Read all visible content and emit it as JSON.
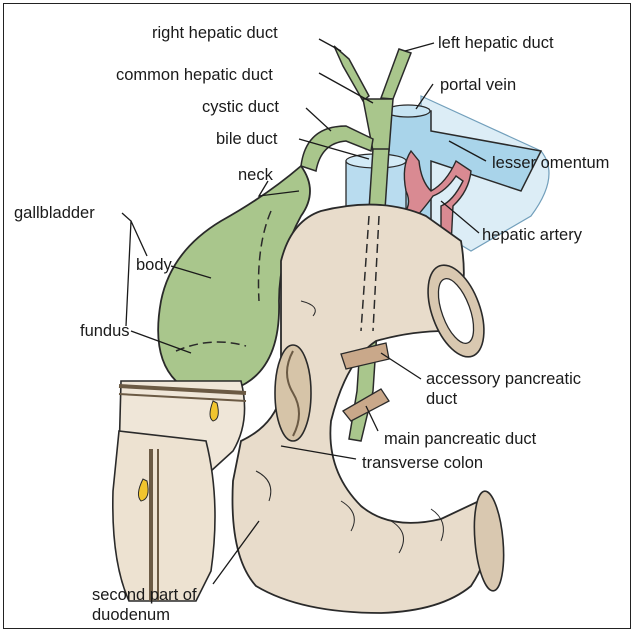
{
  "labels": {
    "right_hepatic_duct": "right hepatic duct",
    "left_hepatic_duct": "left hepatic duct",
    "common_hepatic_duct": "common hepatic duct",
    "portal_vein": "portal vein",
    "cystic_duct": "cystic duct",
    "bile_duct": "bile duct",
    "lesser_omentum": "lesser omentum",
    "neck": "neck",
    "gallbladder": "gallbladder",
    "hepatic_artery": "hepatic artery",
    "body": "body",
    "fundus": "fundus",
    "accessory_pancreatic_duct_1": "accessory pancreatic",
    "accessory_pancreatic_duct_2": "duct",
    "main_pancreatic_duct": "main pancreatic duct",
    "transverse_colon": "transverse colon",
    "second_part_duodenum_1": "second part of",
    "second_part_duodenum_2": "duodenum"
  },
  "colors": {
    "gallbladder": "#a9c68c",
    "duodenum": "#e8dccb",
    "portal_vein": "#a9d4ea",
    "hepatic_artery": "#d98a92",
    "colon": "#efe6d8",
    "outline": "#2a2a2a"
  }
}
